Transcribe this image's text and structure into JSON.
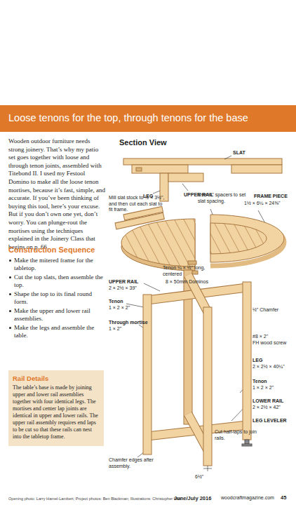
{
  "diagram": {
    "title": "Loose tenons for the top, through tenons for the base",
    "nodes": [
      {
        "text": [
          "Rail Details",
          "The table’s base is made by joining upper and lower rail assemblies together with four identical legs. The mortises and center lap joints are identical in upper and lower rails. The upper rail assembly requires end laps to be cut so that these rails can nest into the tabletop frame."
        ]
      }
    ],
    "edges": [],
    "labels": [
      "Wooden outdoor furniture needs strong joinery. That’s why my patio set goes together with loose and through tenon joints, assembled with Titebond II. I used my Festool Domino to make all the loose tenon mortises, because it’s fast, simple, and accurate. If you’ve been thinking of buying this tool, here’s your excuse. But if you don’t own one yet, don’t worry. You can plunge-rout the mortises using the techniques explained in the Joinery Class that begins on p. 66.",
      "Construction Sequence",
      "Make the mitered frame for the tabletop.",
      "Cut the top slats, then assemble the top.",
      "Shape the top to its final round form.",
      "Make the upper and lower rail assemblies.",
      "Make the legs and assemble the table.",
      "Section View",
      "SLAT",
      "LEG",
      "UPPER RAIL",
      "Mill slat stock to ½ × 3½\", and then cut each slat to fit frame.",
      "Use ¼\" spacers to set slat spacing.",
      "FRAME PIECE",
      "1½ × 6¼ × 24⅝\"",
      "Tenon ¼ × ½\" long, centered",
      "8 × 50mm Dominos",
      "UPPER RAIL",
      "2 × 2½ × 39\"",
      "Tenon",
      "1 × 2 × 2\"",
      "Through mortise",
      "1 × 2\"",
      "½\" Chamfer",
      "#8 × 2\"",
      "FH wood screw",
      "LEG",
      "2 × 2½ × 40¼\"",
      "Tenon",
      "1 × 2 × 2\"",
      "LOWER RAIL",
      "2 × 2½ × 42\"",
      "LEG LEVELER",
      "Cut half-laps to join rails.",
      "6½\"",
      "Chamfer edges after assembly.",
      "Opening photo: Larry Hamel-Lambert; Project photos: Ben Blackman; Illustrations: Christopher Mills",
      "June/July 2016",
      "woodcraftmagazine.com",
      "45"
    ]
  }
}
